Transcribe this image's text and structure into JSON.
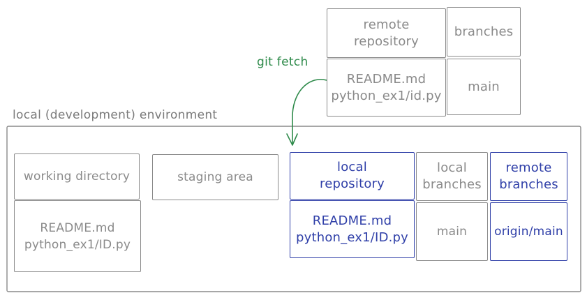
{
  "colors": {
    "gray": "#8a8a8a",
    "blue": "#2f3fa8",
    "green": "#2e8a4a"
  },
  "remote": {
    "repository_label": "remote\nrepository",
    "branches_header": "branches",
    "files": "README.md\npython_ex1/id.py",
    "branch": "main"
  },
  "fetch_label": "git fetch",
  "local": {
    "environment_label": "local (development) environment",
    "working_directory_label": "working directory",
    "working_directory_files": "README.md\npython_ex1/ID.py",
    "staging_area_label": "staging area",
    "repository_label": "local\nrepository",
    "repository_files": "README.md\npython_ex1/ID.py",
    "local_branches_header": "local\nbranches",
    "local_branch": "main",
    "remote_branches_header": "remote\nbranches",
    "remote_branch": "origin/main"
  }
}
